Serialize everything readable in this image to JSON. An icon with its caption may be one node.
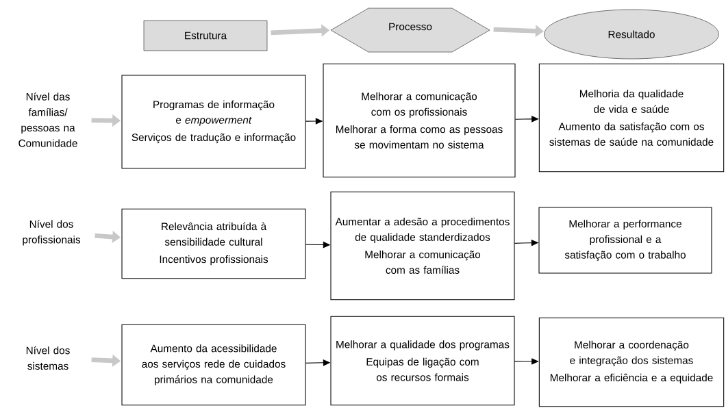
{
  "diagram": {
    "nodes": [
      {
        "text": [
          "Estrutura"
        ]
      },
      {
        "text": [
          "Processo"
        ]
      },
      {
        "text": [
          "Resultado"
        ]
      },
      {
        "text": [
          "Nível das famílias/ pessoas na Comunidade"
        ]
      },
      {
        "text": [
          "Programas de informação e *empowerment*",
          "Serviços de tradução e informação"
        ]
      },
      {
        "text": [
          "Melhorar a comunicação com os profissionais",
          "Melhorar a forma como as pessoas se movimentam no sistema"
        ]
      },
      {
        "text": [
          "Melhoria da qualidade de vida e saúde",
          "Aumento da satisfação com os sistemas de saúde na comunidade"
        ]
      },
      {
        "text": [
          "Nível dos profissionais"
        ]
      },
      {
        "text": [
          "Relevância atribuída à sensibilidade cultural",
          "Incentivos profissionais"
        ]
      },
      {
        "text": [
          "Aumentar a adesão a procedimentos de qualidade standerdizados",
          "Melhorar a comunicação com as famílias"
        ]
      },
      {
        "text": [
          "Melhorar a performance profissional e a satisfação com o trabalho"
        ]
      },
      {
        "text": [
          "Nível dos sistemas"
        ]
      },
      {
        "text": [
          "Aumento da acessibilidade aos serviços rede de cuidados primários na comunidade"
        ]
      },
      {
        "text": [
          "Melhorar a qualidade dos programas",
          "Equipas de ligação com os recursos formais"
        ]
      },
      {
        "text": [
          "Melhorar a coordenação e integração dos sistemas",
          "Melhorar a eficiência e a equidade"
        ]
      }
    ],
    "edges": [
      {
        "from": 0,
        "to": 1,
        "arrow": "to",
        "style": "thick",
        "color": "#c8c8c8"
      },
      {
        "from": 1,
        "to": 2,
        "arrow": "to",
        "style": "thick",
        "color": "#c8c8c8"
      },
      {
        "from": 3,
        "to": 4,
        "arrow": "to",
        "style": "thick",
        "color": "#c8c8c8"
      },
      {
        "from": 4,
        "to": 5,
        "arrow": "to"
      },
      {
        "from": 5,
        "to": 6,
        "arrow": "to"
      },
      {
        "from": 7,
        "to": 8,
        "arrow": "to",
        "style": "thick",
        "color": "#c8c8c8"
      },
      {
        "from": 8,
        "to": 9,
        "arrow": "to"
      },
      {
        "from": 9,
        "to": 10,
        "arrow": "to"
      },
      {
        "from": 11,
        "to": 12,
        "arrow": "to",
        "style": "thick",
        "color": "#c8c8c8"
      },
      {
        "from": 12,
        "to": 13,
        "arrow": "to"
      },
      {
        "from": 13,
        "to": 14,
        "arrow": "to"
      }
    ]
  }
}
